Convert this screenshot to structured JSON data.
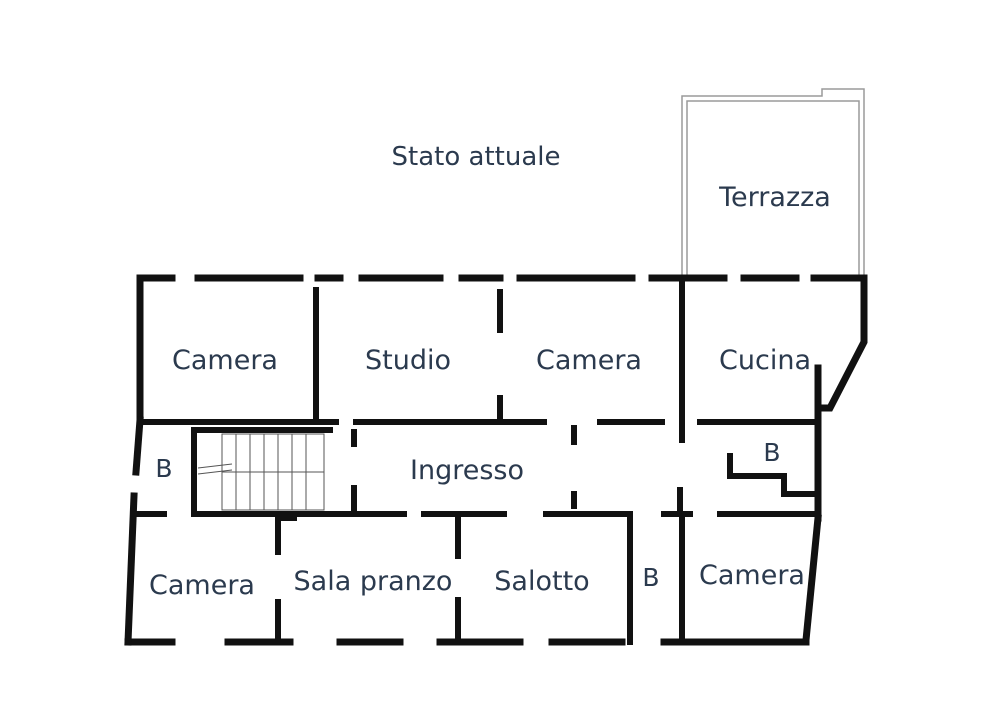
{
  "title": "Stato attuale",
  "rooms": {
    "terrazza": "Terrazza",
    "camera_1": "Camera",
    "studio": "Studio",
    "camera_2": "Camera",
    "cucina": "Cucina",
    "bagno_1": "B",
    "ingresso": "Ingresso",
    "bagno_2": "B",
    "camera_3": "Camera",
    "sala_pranzo": "Sala pranzo",
    "salotto": "Salotto",
    "bagno_3": "B",
    "camera_4": "Camera"
  },
  "colors": {
    "walls": "#111111",
    "text": "#2b3a4e",
    "background": "#ffffff"
  }
}
